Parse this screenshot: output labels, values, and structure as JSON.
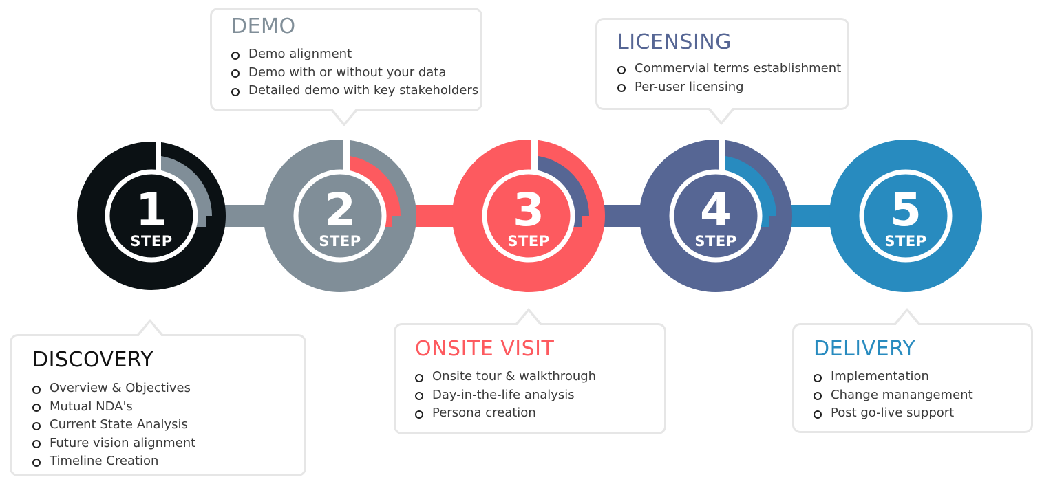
{
  "colors": {
    "step1": "#0b1114",
    "step2": "#808e98",
    "step3": "#fd5a5f",
    "step4": "#566694",
    "step5": "#288bbf",
    "callout_border": "#e6e6e6",
    "text": "#3a3a3a"
  },
  "steps": [
    {
      "number": "1",
      "label": "STEP"
    },
    {
      "number": "2",
      "label": "STEP"
    },
    {
      "number": "3",
      "label": "STEP"
    },
    {
      "number": "4",
      "label": "STEP"
    },
    {
      "number": "5",
      "label": "STEP"
    }
  ],
  "callouts": {
    "discovery": {
      "title": "DISCOVERY",
      "items": [
        "Overview & Objectives",
        "Mutual NDA's",
        "Current State Analysis",
        "Future vision alignment",
        "Timeline Creation"
      ]
    },
    "demo": {
      "title": "DEMO",
      "items": [
        "Demo alignment",
        "Demo with or without your data",
        "Detailed demo with key stakeholders"
      ]
    },
    "onsite": {
      "title": "ONSITE VISIT",
      "items": [
        "Onsite tour & walkthrough",
        "Day-in-the-life analysis",
        "Persona creation"
      ]
    },
    "licensing": {
      "title": "LICENSING",
      "items": [
        "Commervial terms establishment",
        "Per-user licensing"
      ]
    },
    "delivery": {
      "title": "DELIVERY",
      "items": [
        "Implementation",
        "Change manangement",
        "Post go-live support"
      ]
    }
  }
}
